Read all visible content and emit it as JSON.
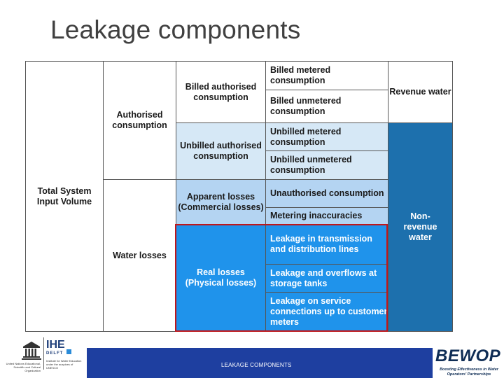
{
  "title": "Leakage components",
  "table": {
    "col1": "Total System Input Volume",
    "col2": {
      "authorised": "Authorised consumption",
      "losses": "Water losses"
    },
    "col3": {
      "billed": "Billed authorised consumption",
      "unbilled": "Unbilled authorised consumption",
      "apparent": "Apparent losses (Commercial losses)",
      "real": "Real losses (Physical losses)"
    },
    "col4": {
      "billed_metered": "Billed metered consumption",
      "billed_unmetered": "Billed unmetered consumption",
      "unbilled_metered": "Unbilled metered consumption",
      "unbilled_unmetered": "Unbilled unmetered consumption",
      "unauthorised": "Unauthorised consumption",
      "metering": "Metering inaccuracies",
      "leak_transmission": "Leakage in transmission and distribution lines",
      "leak_storage": "Leakage and overflows at storage tanks",
      "leak_service": "Leakage on service connections up to customer meters"
    },
    "col5": {
      "revenue": "Revenue water",
      "nonrevenue": "Non-revenue water"
    }
  },
  "footer": {
    "label": "LEAKAGE COMPONENTS",
    "unesco_text": "United Nations Educational, Scientific and Cultural Organization",
    "ihe": "IHE",
    "delft": "DELFT",
    "ihe_sub": "Institute for Water Education under the auspices of UNESCO",
    "bewop": "BEWOP",
    "bewop_tag": "Boosting Effectiveness in Water Operators' Partnerships"
  },
  "colors": {
    "light_blue": "#d6e8f6",
    "mid_blue": "#b4d4f2",
    "bright_blue": "#1f93eb",
    "dark_blue": "#1d70ad",
    "highlight_red": "#c0161a",
    "footer_blue": "#1e3fa0"
  }
}
